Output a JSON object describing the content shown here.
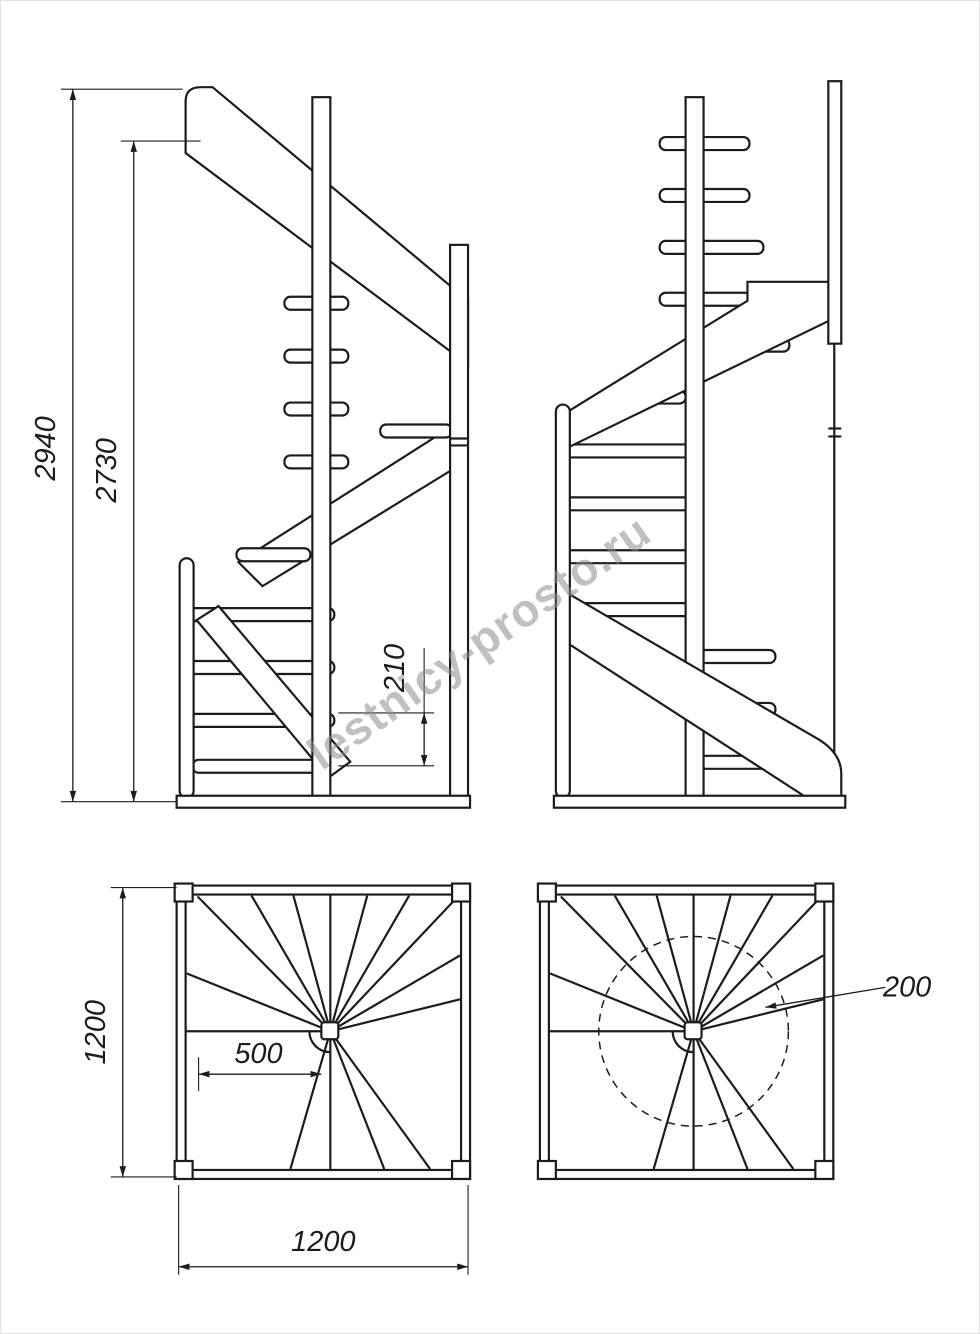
{
  "watermark": {
    "text": "lestnicy-prosto.ru"
  },
  "dimensions": {
    "total_height": "2940",
    "clear_height": "2730",
    "riser_height": "210",
    "plan_depth": "1200",
    "plan_width": "1200",
    "landing_offset": "500",
    "walkline_tread_width": "200"
  },
  "drawing": {
    "line_color": "#1c1c1c",
    "watermark_color": "#8d8d8d"
  }
}
